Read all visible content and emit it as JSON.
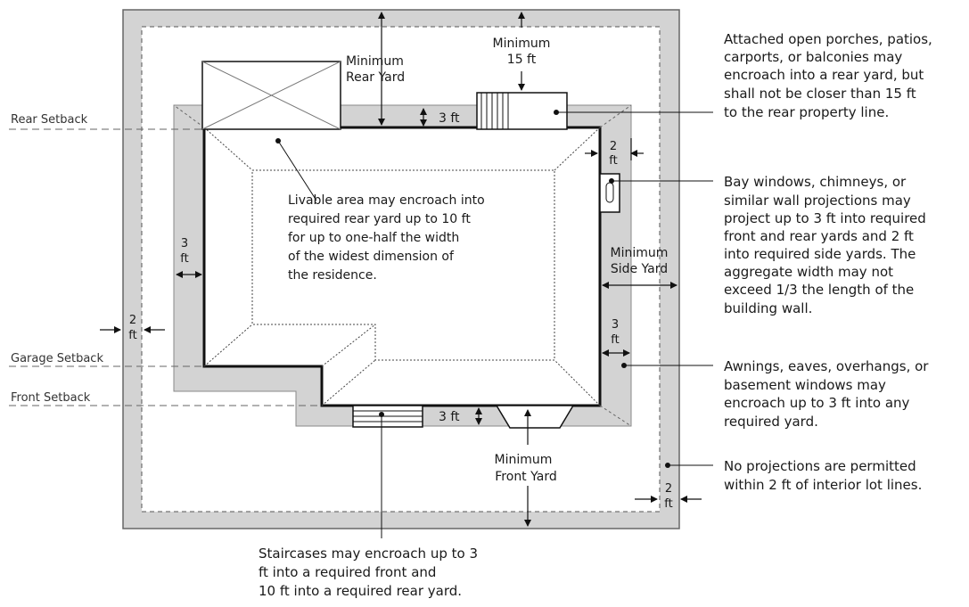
{
  "setbacks": {
    "rear": "Rear Setback",
    "garage": "Garage Setback",
    "front": "Front Setback"
  },
  "dimensions": {
    "min_15ft": [
      "Minimum",
      "15 ft"
    ],
    "min_rear_yard": [
      "Minimum",
      "Rear Yard"
    ],
    "rear_3ft": "3 ft",
    "right_2ft": [
      "2",
      "ft"
    ],
    "left_3ft": [
      "3",
      "ft"
    ],
    "left_2ft": [
      "2",
      "ft"
    ],
    "min_side_yard": [
      "Minimum",
      "Side Yard"
    ],
    "right_3ft": [
      "3",
      "ft"
    ],
    "front_3ft": "3 ft",
    "min_front_yard": [
      "Minimum",
      "Front Yard"
    ],
    "bottom_2ft": [
      "2",
      "ft"
    ]
  },
  "center_note": [
    "Livable area may encroach into",
    "required rear yard up to 10 ft",
    "for up to one-half the width",
    "of the widest dimension of",
    "the residence."
  ],
  "notes": {
    "porches": [
      "Attached open porches, patios,",
      "carports, or balconies may",
      "encroach into a rear yard, but",
      "shall not be closer than 15 ft",
      "to the rear property line."
    ],
    "bay_windows": [
      "Bay windows, chimneys, or",
      "similar wall projections may",
      "project up to 3 ft into required",
      "front and rear yards and 2 ft",
      "into required side yards. The",
      "aggregate width may not",
      "exceed 1/3 the length of the",
      "building wall."
    ],
    "awnings": [
      "Awnings, eaves, overhangs, or",
      "basement windows may",
      "encroach up to 3 ft into any",
      "required yard."
    ],
    "no_projections": [
      "No projections are permitted",
      "within 2 ft of interior lot lines."
    ],
    "staircases": [
      "Staircases may encroach up to 3",
      "ft into a required front and",
      "10 ft into a required rear yard."
    ]
  }
}
